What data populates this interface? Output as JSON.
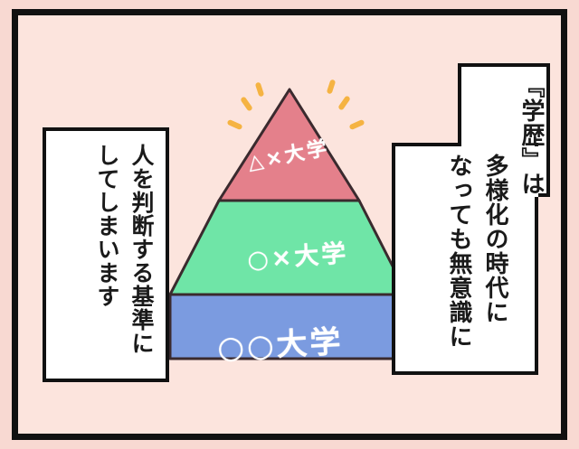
{
  "panel": {
    "background_color": "#fce4dd",
    "outer_margin_color": "#f8d9d2",
    "frame_color": "#111111"
  },
  "pyramid": {
    "tiers": [
      {
        "rank": "top",
        "label": "△×大学",
        "fill_color": "#e4808b",
        "stroke_color": "#3a2a2e"
      },
      {
        "rank": "middle",
        "label": "○×大学",
        "fill_color": "#6fe5a7",
        "stroke_color": "#3a2a2e"
      },
      {
        "rank": "bottom",
        "label": "○○大学",
        "fill_color": "#7b9be0",
        "stroke_color": "#3a2a2e"
      }
    ],
    "sparkle_color": "#f5b342",
    "sparkle_count": 6
  },
  "bubbles": {
    "left": {
      "name": "left-speech-bubble",
      "columns": [
        "人を判断する基準に",
        "してしまいます"
      ],
      "full_text": "人を判断する基準にしてしまいます",
      "border_color": "#111111",
      "fill_color": "#ffffff"
    },
    "right": {
      "name": "right-speech-bubble",
      "columns": [
        "『学歴』は",
        "多様化の時代に",
        "なっても無意識に"
      ],
      "full_text": "『学歴』は多様化の時代になっても無意識に",
      "border_color": "#111111",
      "fill_color": "#ffffff"
    }
  }
}
